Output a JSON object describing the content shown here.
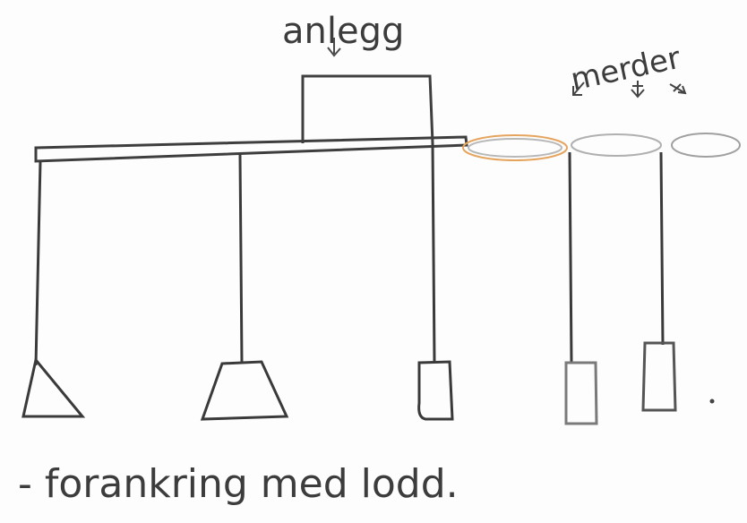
{
  "labels": {
    "anlegg": "anlegg",
    "merder": "merder",
    "caption": "- forankring med lodd."
  },
  "colors": {
    "pencil": "#3a3a3a",
    "light_pencil": "#9a9a9a",
    "orange": "#e8a35a"
  },
  "icons": {
    "arrows": [
      "arrow-down-left-icon",
      "arrow-down-icon",
      "arrow-down-right-icon"
    ]
  }
}
